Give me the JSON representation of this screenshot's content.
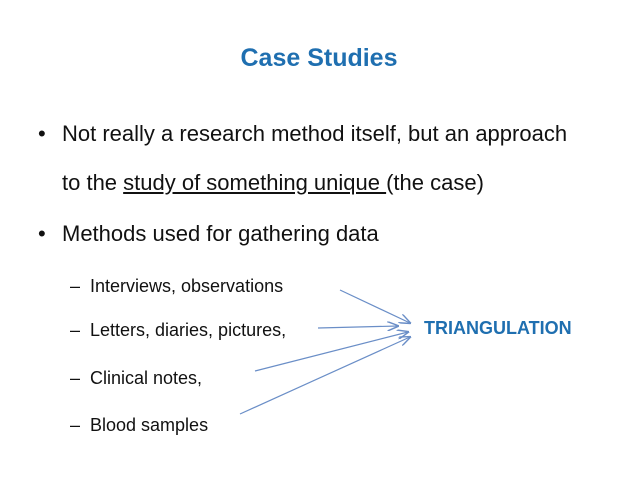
{
  "title": "Case Studies",
  "bullets": [
    {
      "line1": "Not really a research method itself, but an approach",
      "line2_pre": "to the ",
      "line2_underlined": "study of something unique ",
      "line2_post": "(the case)"
    },
    {
      "text": "Methods used for gathering data"
    }
  ],
  "sub_items": [
    "Interviews, observations",
    "Letters, diaries, pictures,",
    "Clinical notes,",
    "Blood samples"
  ],
  "bullet_symbol": "•",
  "dash_symbol": "–",
  "triangulation_label": "TRIANGULATION",
  "colors": {
    "accent": "#1f6fb0",
    "arrow": "#6a8ec7"
  }
}
